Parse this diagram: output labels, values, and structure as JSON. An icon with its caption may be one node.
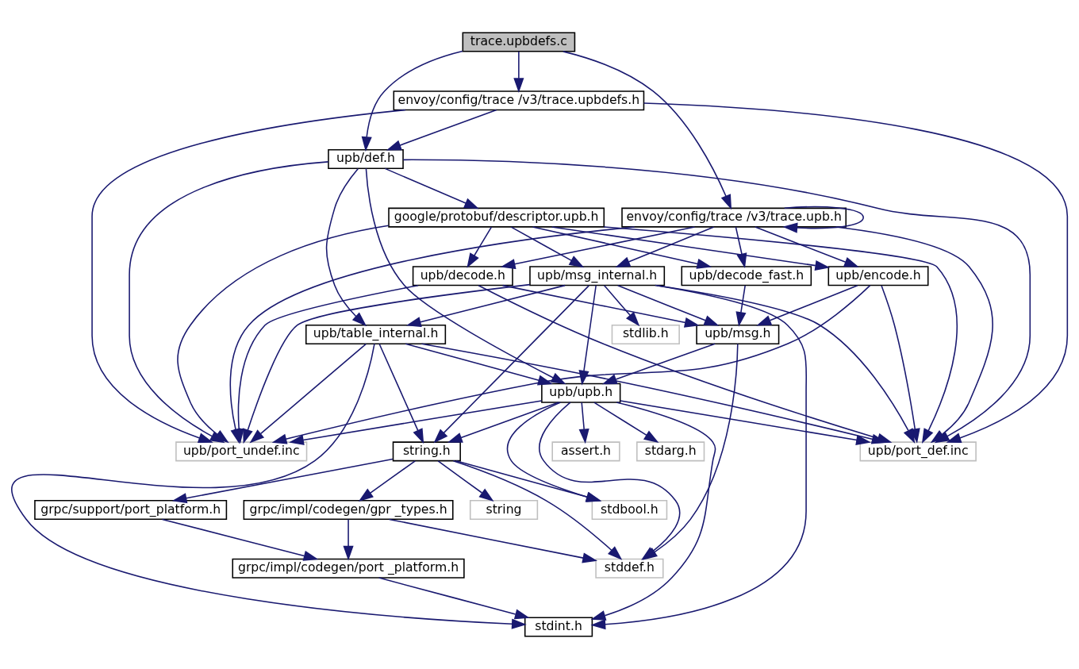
{
  "diagram": {
    "nodes": [
      {
        "text": [
          "trace.upbdefs.c"
        ]
      },
      {
        "text": [
          "envoy/config/trace /v3/trace.upbdefs.h"
        ]
      },
      {
        "text": [
          "upb/def.h"
        ]
      },
      {
        "text": [
          "envoy/config/trace /v3/trace.upb.h"
        ]
      },
      {
        "text": [
          "google/protobuf/descriptor.upb.h"
        ]
      },
      {
        "text": [
          "upb/decode.h"
        ]
      },
      {
        "text": [
          "upb/decode_fast.h"
        ]
      },
      {
        "text": [
          "upb/encode.h"
        ]
      },
      {
        "text": [
          "upb/msg_internal.h"
        ]
      },
      {
        "text": [
          "upb/msg.h"
        ]
      },
      {
        "text": [
          "stdlib.h"
        ]
      },
      {
        "text": [
          "upb/table_internal.h"
        ]
      },
      {
        "text": [
          "upb/upb.h"
        ]
      },
      {
        "text": [
          "upb/port_def.inc"
        ]
      },
      {
        "text": [
          "assert.h"
        ]
      },
      {
        "text": [
          "stdarg.h"
        ]
      },
      {
        "text": [
          "string.h"
        ]
      },
      {
        "text": [
          "upb/port_undef.inc"
        ]
      },
      {
        "text": [
          "stdbool.h"
        ]
      },
      {
        "text": [
          "grpc/impl/codegen/gpr _types.h"
        ]
      },
      {
        "text": [
          "grpc/support/port_platform.h"
        ]
      },
      {
        "text": [
          "string"
        ]
      },
      {
        "text": [
          "stddef.h"
        ]
      },
      {
        "text": [
          "grpc/impl/codegen/port _platform.h"
        ]
      },
      {
        "text": [
          "stdint.h"
        ]
      }
    ],
    "edges": [
      {
        "from": 0,
        "to": 3,
        "arrow": "to"
      },
      {
        "from": 0,
        "to": 2,
        "arrow": "to"
      },
      {
        "from": 0,
        "to": 1,
        "arrow": "to"
      },
      {
        "from": 1,
        "to": 13,
        "arrow": "to"
      },
      {
        "from": 1,
        "to": 2,
        "arrow": "to"
      },
      {
        "from": 1,
        "to": 17,
        "arrow": "to"
      },
      {
        "from": 2,
        "to": 4,
        "arrow": "to"
      },
      {
        "from": 2,
        "to": 13,
        "arrow": "to"
      },
      {
        "from": 2,
        "to": 12,
        "arrow": "to"
      },
      {
        "from": 2,
        "to": 11,
        "arrow": "to"
      },
      {
        "from": 2,
        "to": 17,
        "arrow": "to"
      },
      {
        "from": 3,
        "to": 3,
        "arrow": "to"
      },
      {
        "from": 3,
        "to": 13,
        "arrow": "to"
      },
      {
        "from": 3,
        "to": 5,
        "arrow": "to"
      },
      {
        "from": 3,
        "to": 6,
        "arrow": "to"
      },
      {
        "from": 3,
        "to": 7,
        "arrow": "to"
      },
      {
        "from": 3,
        "to": 8,
        "arrow": "to"
      },
      {
        "from": 3,
        "to": 17,
        "arrow": "to"
      },
      {
        "from": 4,
        "to": 5,
        "arrow": "to"
      },
      {
        "from": 4,
        "to": 6,
        "arrow": "to"
      },
      {
        "from": 4,
        "to": 7,
        "arrow": "to"
      },
      {
        "from": 4,
        "to": 8,
        "arrow": "to"
      },
      {
        "from": 4,
        "to": 13,
        "arrow": "to"
      },
      {
        "from": 4,
        "to": 17,
        "arrow": "to"
      },
      {
        "from": 5,
        "to": 13,
        "arrow": "to"
      },
      {
        "from": 5,
        "to": 9,
        "arrow": "to"
      },
      {
        "from": 5,
        "to": 17,
        "arrow": "to"
      },
      {
        "from": 6,
        "to": 9,
        "arrow": "to"
      },
      {
        "from": 7,
        "to": 13,
        "arrow": "to"
      },
      {
        "from": 7,
        "to": 9,
        "arrow": "to"
      },
      {
        "from": 7,
        "to": 17,
        "arrow": "to"
      },
      {
        "from": 8,
        "to": 24,
        "arrow": "to"
      },
      {
        "from": 8,
        "to": 13,
        "arrow": "to"
      },
      {
        "from": 8,
        "to": 9,
        "arrow": "to"
      },
      {
        "from": 8,
        "to": 10,
        "arrow": "to"
      },
      {
        "from": 8,
        "to": 12,
        "arrow": "to"
      },
      {
        "from": 8,
        "to": 16,
        "arrow": "to"
      },
      {
        "from": 8,
        "to": 11,
        "arrow": "to"
      },
      {
        "from": 8,
        "to": 17,
        "arrow": "to"
      },
      {
        "from": 9,
        "to": 22,
        "arrow": "to"
      },
      {
        "from": 9,
        "to": 12,
        "arrow": "to"
      },
      {
        "from": 11,
        "to": 13,
        "arrow": "to"
      },
      {
        "from": 11,
        "to": 12,
        "arrow": "to"
      },
      {
        "from": 11,
        "to": 16,
        "arrow": "to"
      },
      {
        "from": 11,
        "to": 17,
        "arrow": "to"
      },
      {
        "from": 11,
        "to": 24,
        "arrow": "to"
      },
      {
        "from": 12,
        "to": 13,
        "arrow": "to"
      },
      {
        "from": 12,
        "to": 14,
        "arrow": "to"
      },
      {
        "from": 12,
        "to": 15,
        "arrow": "to"
      },
      {
        "from": 12,
        "to": 16,
        "arrow": "to"
      },
      {
        "from": 12,
        "to": 17,
        "arrow": "to"
      },
      {
        "from": 12,
        "to": 18,
        "arrow": "to"
      },
      {
        "from": 12,
        "to": 22,
        "arrow": "to"
      },
      {
        "from": 12,
        "to": 24,
        "arrow": "to"
      },
      {
        "from": 16,
        "to": 18,
        "arrow": "to"
      },
      {
        "from": 16,
        "to": 22,
        "arrow": "to"
      },
      {
        "from": 16,
        "to": 19,
        "arrow": "to"
      },
      {
        "from": 16,
        "to": 20,
        "arrow": "to"
      },
      {
        "from": 16,
        "to": 21,
        "arrow": "to"
      },
      {
        "from": 19,
        "to": 22,
        "arrow": "to"
      },
      {
        "from": 19,
        "to": 23,
        "arrow": "to"
      },
      {
        "from": 20,
        "to": 23,
        "arrow": "to"
      },
      {
        "from": 23,
        "to": 24,
        "arrow": "to"
      }
    ]
  }
}
